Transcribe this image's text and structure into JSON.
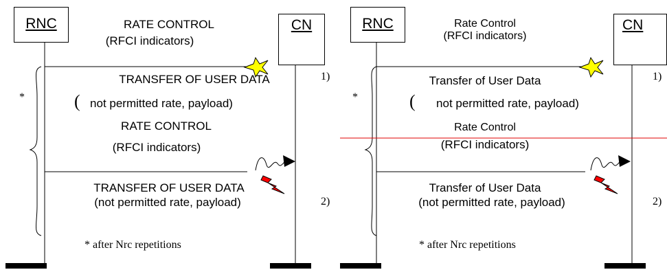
{
  "left": {
    "rnc_label": "RNC",
    "cn_label": "CN",
    "rate_control_1": [
      "RATE CONTROL",
      "(RFCI indicators)"
    ],
    "transfer_1": [
      "TRANSFER OF USER DATA",
      "not permitted rate, payload)"
    ],
    "transfer_1_paren": "(",
    "rate_control_2": [
      "RATE CONTROL",
      "(RFCI indicators)"
    ],
    "transfer_2": [
      "TRANSFER OF USER DATA",
      "(not permitted rate, payload)"
    ],
    "step_1": "1)",
    "step_2": "2)",
    "asterisk": "*",
    "footnote": "* after Nrc repetitions"
  },
  "right": {
    "rnc_label": "RNC",
    "cn_label": "CN",
    "rate_control_1": [
      "Rate Control",
      "(RFCI indicators)"
    ],
    "transfer_1": [
      "Transfer of User Data",
      "not permitted rate, payload)"
    ],
    "transfer_1_paren": "(",
    "rate_control_2": [
      "Rate Control",
      "(RFCI indicators)"
    ],
    "transfer_2": [
      "Transfer of User Data",
      "(not permitted rate, payload)"
    ],
    "step_1": "1)",
    "step_2": "2)",
    "asterisk": "*",
    "footnote": "* after Nrc repetitions"
  },
  "colors": {
    "lines": "#000000",
    "star_fill": "#ffff00",
    "lightning_fill": "#ff0000",
    "divider": "#e00000"
  }
}
